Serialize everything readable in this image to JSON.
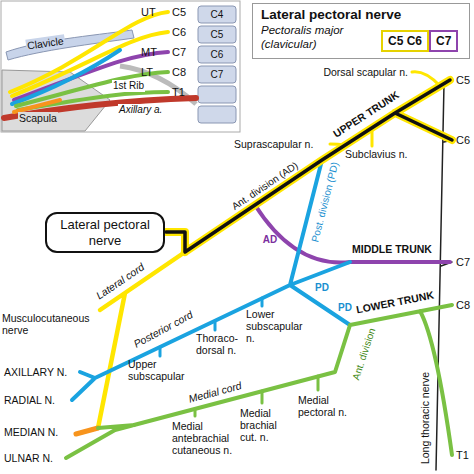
{
  "diagram": {
    "nodes": [
      {
        "text": [
          "Lateral pectoral nerve",
          "Pectoralis major (clavicular)"
        ]
      },
      {
        "text": [
          "C5 C6"
        ],
        "in": 0
      },
      {
        "text": [
          "C7"
        ],
        "in": 0
      },
      {
        "text": [
          "Lateral pectoral nerve"
        ]
      }
    ],
    "labels": [
      "UT",
      "C5",
      "C4",
      "C6",
      "C5",
      "MT",
      "C7",
      "C6",
      "LT",
      "C8",
      "C7",
      "T1",
      "Clavicle",
      "Axillary a.",
      "1st Rib",
      "Scapula",
      "Dorsal scapular n.",
      "C5",
      "UPPER TRUNK",
      "Suprascapular n.",
      "C6",
      "Subclavius n.",
      "Ant. division (AD)",
      "Post. division (PD)",
      "AD",
      "MIDDLE TRUNK",
      "C7",
      "Lateral cord",
      "Musculocutaneous nerve",
      "PD",
      "Posterior cord",
      "Lower subscapular n.",
      "Thoraco-dorsal n.",
      "Upper subscapular",
      "PD",
      "LOWER TRUNK",
      "C8",
      "AXILLARY N.",
      "Ant. division",
      "RADIAL N.",
      "Long thoracic nerve",
      "Medial cord",
      "Medial pectoral n.",
      "Medial brachial cut. n.",
      "Medial antebrachial cutaneous n.",
      "MEDIAN N.",
      "ULNAR N.",
      "T1"
    ]
  }
}
